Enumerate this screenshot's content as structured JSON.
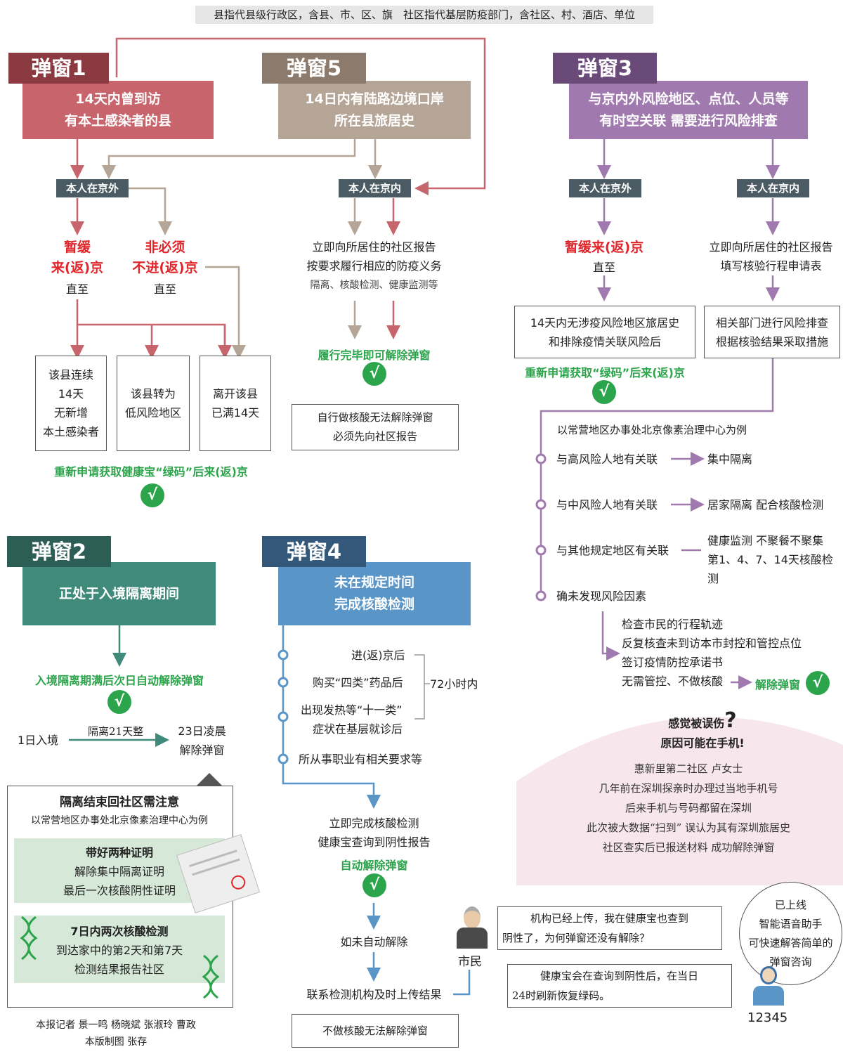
{
  "header_note": "县指代县级行政区，含县、市、区、旗　社区指代基层防疫部门，含社区、村、酒店、单位",
  "common": {
    "out_beijing": "本人在京外",
    "in_beijing": "本人在京内",
    "until": "直至",
    "check": "√"
  },
  "w1": {
    "tag": "弹窗1",
    "box": [
      "14天内曾到访",
      "有本土感染者的县"
    ],
    "defer": [
      "暂缓",
      "来(返)京"
    ],
    "optional": [
      "非必须",
      "不进(返)京"
    ],
    "conds": [
      [
        "该县连续",
        "14天",
        "无新增",
        "本土感染者"
      ],
      [
        "该县转为",
        "低风险地区"
      ],
      [
        "离开该县",
        "已满14天"
      ]
    ],
    "reapply": "重新申请获取健康宝“绿码”后来(返)京"
  },
  "w5": {
    "tag": "弹窗5",
    "box": [
      "14日内有陆路边境口岸",
      "所在县旅居史"
    ],
    "report": [
      "立即向所居住的社区报告",
      "按要求履行相应的防疫义务"
    ],
    "report_sub": "隔离、核酸检测、健康监测等",
    "done": "履行完毕即可解除弹窗",
    "note": [
      "自行做核酸无法解除弹窗",
      "必须先向社区报告"
    ]
  },
  "w3": {
    "tag": "弹窗3",
    "box": [
      "与京内外风险地区、点位、人员等",
      "有时空关联 需要进行风险排查"
    ],
    "defer": "暂缓来(返)京",
    "out_cond": [
      "14天内无涉疫风险地区旅居史",
      "和排除疫情关联风险后"
    ],
    "reapply": "重新申请获取“绿码”后来(返)京",
    "in_report": [
      "立即向所居住的社区报告",
      "填写核验行程申请表"
    ],
    "in_check": [
      "相关部门进行风险排查",
      "根据核验结果采取措施"
    ],
    "example": "以常营地区办事处北京像素治理中心为例",
    "items": [
      {
        "label": "与高风险人地有关联",
        "result": [
          "集中隔离"
        ]
      },
      {
        "label": "与中风险人地有关联",
        "result": [
          "居家隔离 配合核酸检测"
        ]
      },
      {
        "label": "与其他规定地区有关联",
        "result": [
          "健康监测 不聚餐不聚集",
          "第1、4、7、14天核酸检测"
        ]
      },
      {
        "label": "确未发现风险因素",
        "result": []
      }
    ],
    "steps": [
      "检查市民的行程轨迹",
      "反复核查未到访本市封控和管控点位",
      "签订疫情防控承诺书",
      "无需管控、不做核酸"
    ],
    "release": "解除弹窗",
    "bubble_q": [
      "感觉被误伤",
      "原因可能在手机!"
    ],
    "qmark": "?",
    "story": [
      "惠新里第二社区 卢女士",
      "几年前在深圳探亲时办理过当地手机号",
      "后来手机与号码都留在深圳",
      "此次被大数据“扫到” 误认为其有深圳旅居史",
      "社区查实后已报送材料 成功解除弹窗"
    ]
  },
  "w2": {
    "tag": "弹窗2",
    "box": "正处于入境隔离期间",
    "auto": "入境隔离期满后次日自动解除弹窗",
    "day1": "1日入境",
    "period": "隔离21天整",
    "end": [
      "23日凌晨",
      "解除弹窗"
    ],
    "notice_title": "隔离结束回社区需注意",
    "notice_sub": "以常营地区办事处北京像素治理中心为例",
    "cert_title": "带好两种证明",
    "certs": [
      "解除集中隔离证明",
      "最后一次核酸阴性证明"
    ],
    "test_title": "7日内两次核酸检测",
    "tests": [
      "到达家中的第2天和第7天",
      "检测结果报告社区"
    ]
  },
  "w4": {
    "tag": "弹窗4",
    "box": [
      "未在规定时间",
      "完成核酸检测"
    ],
    "items": [
      "进(返)京后",
      "购买“四类”药品后",
      "出现发热等“十一类”",
      "症状在基层就诊后",
      "所从事职业有相关要求等"
    ],
    "hours": "72小时内",
    "complete": [
      "立即完成核酸检测",
      "健康宝查询到阴性报告"
    ],
    "auto": "自动解除弹窗",
    "not_auto": "如未自动解除",
    "contact": "联系检测机构及时上传结果",
    "note": "不做核酸无法解除弹窗"
  },
  "dialog": {
    "citizen_label": "市民",
    "citizen_text": [
      "机构已经上传，我在健康宝也查到",
      "阴性了，为何弹窗还没有解除？"
    ],
    "agent_text": [
      "健康宝会在查询到阴性后，在当日",
      "24时刷新恢复绿码。"
    ],
    "agent_label": "12345",
    "voice": [
      "已上线",
      "智能语音助手",
      "可快速解答简单的",
      "弹窗咨询"
    ]
  },
  "credits": [
    "本报记者 景一鸣 杨晓斌 张淑玲 曹政",
    "本版制图 张存"
  ],
  "colors": {
    "w1": "#c8646c",
    "w1_tag": "#8b3a41",
    "w5": "#b5a596",
    "w5_tag": "#8c7b6c",
    "w3": "#a07aae",
    "w3_tag": "#6a4a78",
    "w2": "#3f8a7a",
    "w2_tag": "#2d5e55",
    "w4": "#5a95c8",
    "w4_tag": "#34587a",
    "red": "#e0262b",
    "green": "#2ca44b"
  }
}
